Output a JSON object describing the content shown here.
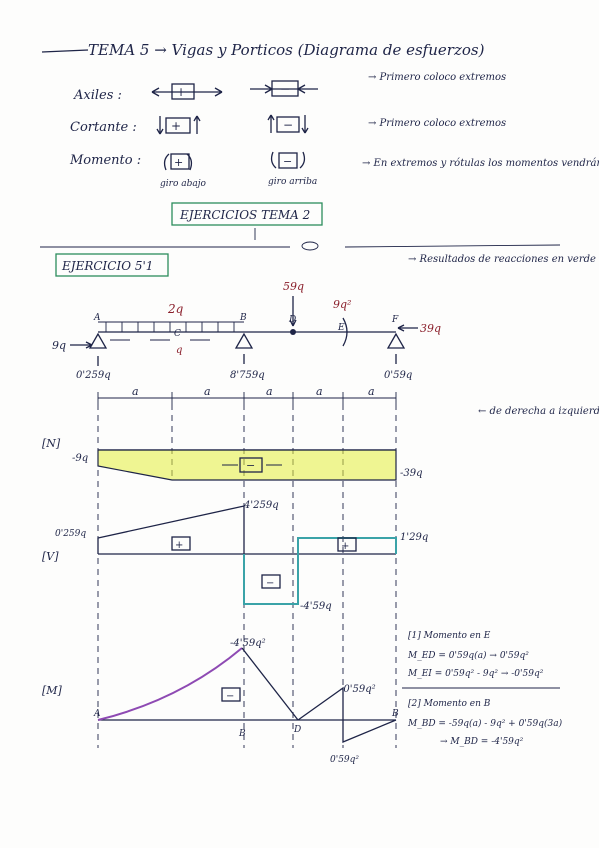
{
  "header": {
    "title": "TEMA 5 → Vigas y Porticos (Diagrama de esfuerzos)"
  },
  "rules": [
    {
      "label": "Axiles :",
      "note": "→ Primero coloco extremos"
    },
    {
      "label": "Cortante :",
      "note": "→ Primero coloco extremos"
    },
    {
      "label": "Momento :",
      "note": "→ En extremos y rótulas los momentos vendrán cero y es lo que primero coloco",
      "sub_a": "giro abajo",
      "sub_b": "giro arriba"
    }
  ],
  "exercises_box": "EJERCICIOS TEMA 2",
  "exercise_title": "EJERCICIO 5'1",
  "results_note": "→ Resultados de reacciones en verde",
  "direction_note": "← de derecha a izquierda",
  "beam": {
    "load_q": "2q",
    "point_load": "59q",
    "moment": "9q²",
    "left_h": "9q",
    "right_h": "39q",
    "axial_q": "q",
    "reaction_A": "0'259q",
    "reaction_B": "8'759q",
    "reaction_F": "0'59q",
    "span": "a",
    "points": {
      "A": "A",
      "C": "C",
      "B": "B",
      "D": "D",
      "E": "E",
      "F": "F"
    }
  },
  "diagrams": {
    "N": {
      "label": "[N]",
      "left": "-9q",
      "right": "-39q"
    },
    "V": {
      "label": "[V]",
      "a": "0'259q",
      "b_top": "4'259q",
      "b_bottom": "-4'59q",
      "right": "1'29q"
    },
    "M": {
      "label": "[M]",
      "peak": "-4'59q²",
      "e_top": "-0'59q²",
      "e_bottom": "0'59q²"
    }
  },
  "side_notes": {
    "n1_title": "[1] Momento en E",
    "n1_l1": "M_ED = 0'59q(a) → 0'59q²",
    "n1_l2": "M_EI = 0'59q² - 9q² → -0'59q²",
    "n2_title": "[2] Momento en B",
    "n2_l1": "M_BD = -59q(a) - 9q² + 0'59q(3a)",
    "n2_l2": "→ M_BD = -4'59q²"
  },
  "colors": {
    "ink": "#1e2447",
    "highlight": "#e4ef3a",
    "teal": "#3aa3a8",
    "purple": "#8e4ab3",
    "red": "#8a1f2b"
  }
}
